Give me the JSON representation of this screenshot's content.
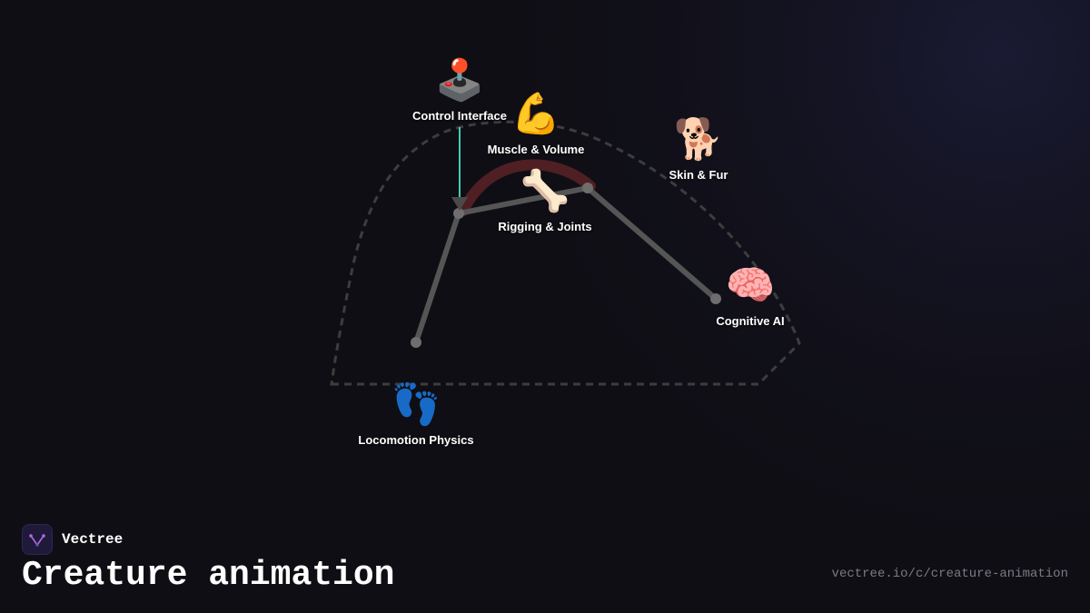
{
  "brand": {
    "name": "Vectree"
  },
  "page": {
    "title": "Creature animation",
    "url": "vectree.io/c/creature-animation"
  },
  "colors": {
    "background": "#0f0e14",
    "skeleton": "#555555",
    "joint": "#6e6e6e",
    "dashed_outline": "#3d3d3d",
    "control_line": "#3fd0b0",
    "muscle_arc": "#5a2226",
    "logo_accent": "#b06be0"
  },
  "nodes": {
    "control_interface": {
      "icon": "joystick-icon",
      "emoji": "🕹️",
      "label": "Control Interface"
    },
    "muscle_volume": {
      "icon": "flexed-bicep-icon",
      "emoji": "💪",
      "label": "Muscle & Volume"
    },
    "skin_fur": {
      "icon": "dog-icon",
      "emoji": "🐕",
      "label": "Skin & Fur"
    },
    "rigging_joints": {
      "icon": "bone-icon",
      "emoji": "🦴",
      "label": "Rigging & Joints"
    },
    "cognitive_ai": {
      "icon": "brain-icon",
      "emoji": "🧠",
      "label": "Cognitive AI"
    },
    "locomotion_physics": {
      "icon": "footprints-icon",
      "emoji": "👣",
      "label": "Locomotion Physics"
    }
  }
}
